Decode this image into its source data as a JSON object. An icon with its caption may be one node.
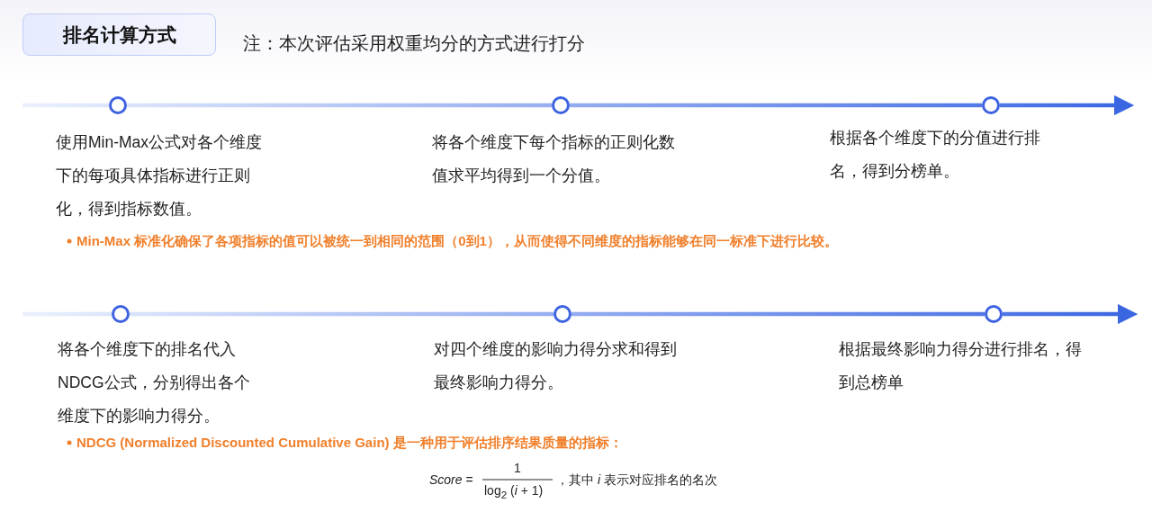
{
  "diagram": {
    "nodes": [
      {
        "text": [
          "排名计算方式"
        ]
      },
      {
        "text": [],
        "shape": "circle",
        "beside": [
          "使用Min-Max公式对各个维度下的每项具体指标进行正则化，得到指标数值。"
        ]
      },
      {
        "text": [],
        "shape": "circle",
        "beside": [
          "将各个维度下每个指标的正则化数值求平均得到一个分值。"
        ]
      },
      {
        "text": [],
        "shape": "circle",
        "beside": [
          "根据各个维度下的分值进行排名，得到分榜单。"
        ]
      },
      {
        "text": [],
        "shape": "circle",
        "beside": [
          "将各个维度下的排名代入NDCG公式，分别得出各个维度下的影响力得分。"
        ]
      },
      {
        "text": [],
        "shape": "circle",
        "beside": [
          "对四个维度的影响力得分求和得到最终影响力得分。"
        ]
      },
      {
        "text": [],
        "shape": "circle",
        "beside": [
          "根据最终影响力得分进行排名，得到总榜单"
        ]
      }
    ],
    "edges": [
      {
        "from": null,
        "to": 1,
        "arrow": "none"
      },
      {
        "from": 1,
        "to": 2,
        "arrow": "none"
      },
      {
        "from": 2,
        "to": 3,
        "arrow": "none"
      },
      {
        "from": 3,
        "to": null,
        "arrow": "to"
      },
      {
        "from": null,
        "to": 4,
        "arrow": "none"
      },
      {
        "from": 4,
        "to": 5,
        "arrow": "none"
      },
      {
        "from": 5,
        "to": 6,
        "arrow": "none"
      },
      {
        "from": 6,
        "to": null,
        "arrow": "to"
      }
    ],
    "labels": [
      "注：本次评估采用权重均分的方式进行打分",
      "Min-Max 标准化确保了各项指标的值可以被统一到相同的范围（0到1），从而使得不同维度的指标能够在同一标准下进行比较。",
      "NDCG (Normalized Discounted Cumulative Gain) 是一种用于评估排序结果质量的指标：",
      "*Score* =",
      "1",
      "log$_{2}$ (*i* + 1)",
      "，其中 *i* 表示对应排名的名次"
    ]
  }
}
